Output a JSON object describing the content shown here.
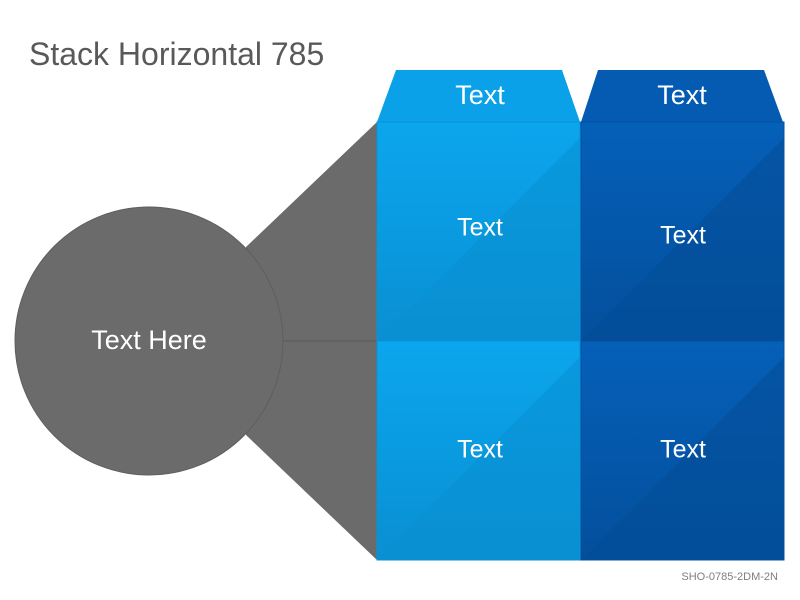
{
  "title": "Stack Horizontal 785",
  "circle": {
    "label": "Text Here"
  },
  "columns": [
    {
      "header": "Text",
      "cells": [
        "Text",
        "Text"
      ]
    },
    {
      "header": "Text",
      "cells": [
        "Text",
        "Text"
      ]
    }
  ],
  "footer_code": "SHO-0785-2DM-2N",
  "colors": {
    "light_blue": "#0aa1e8",
    "light_blue_dark": "#0a89c8",
    "dark_blue": "#045bb1",
    "dark_blue_dark": "#034c96",
    "gray": "#6b6b6b",
    "title_text": "#595959"
  }
}
